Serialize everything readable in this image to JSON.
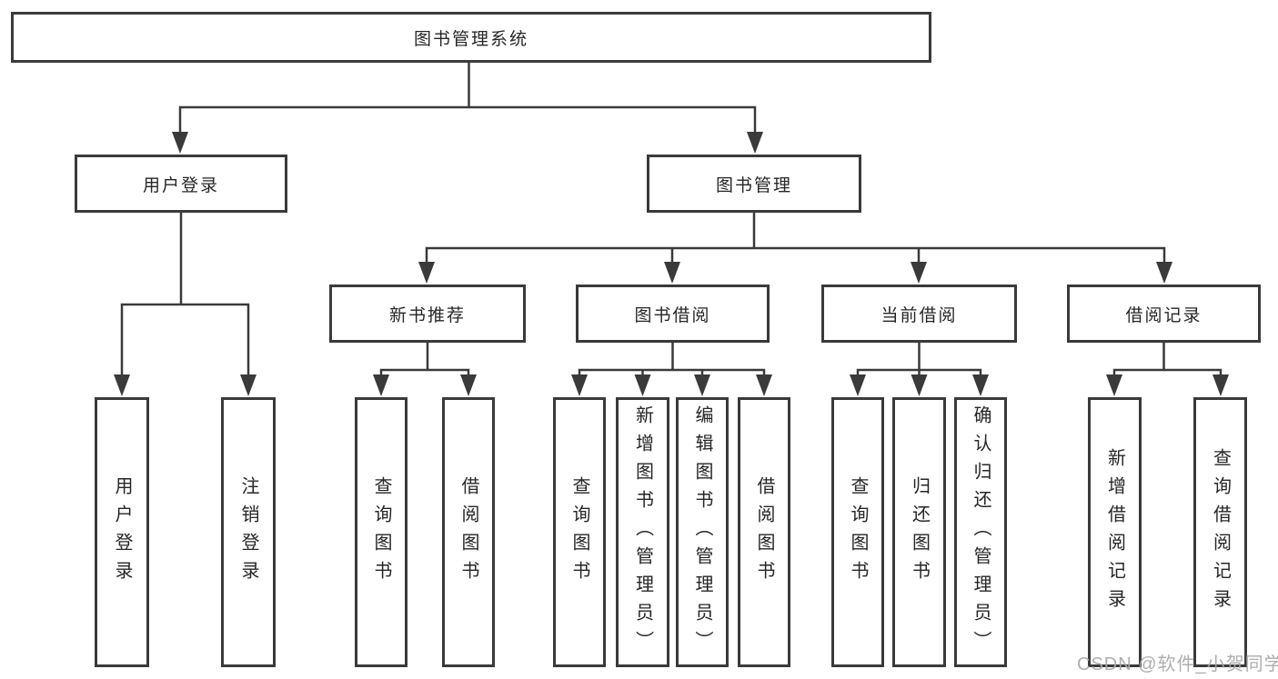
{
  "diagram": {
    "root_label": "图书管理系统",
    "level2": [
      {
        "label": "用户登录",
        "leaves": [
          "用户登录",
          "注销登录"
        ]
      },
      {
        "label": "图书管理"
      }
    ],
    "level3": [
      {
        "label": "新书推荐",
        "leaves": [
          "查询图书",
          "借阅图书"
        ]
      },
      {
        "label": "图书借阅",
        "leaves": [
          "查询图书",
          "新增图书（管理员）",
          "编辑图书（管理员）",
          "借阅图书"
        ]
      },
      {
        "label": "当前借阅",
        "leaves": [
          "查询图书",
          "归还图书",
          "确认归还（管理员）"
        ]
      },
      {
        "label": "借阅记录",
        "leaves": [
          "新增借阅记录",
          "查询借阅记录"
        ]
      }
    ]
  },
  "watermark": {
    "text": "CSDN @软件_小贺同学"
  },
  "colors": {
    "line": "#3a3a3a",
    "box_border": "#3a3a3a",
    "text": "#262626",
    "watermark": "#a8a8a8",
    "background": "#ffffff"
  }
}
